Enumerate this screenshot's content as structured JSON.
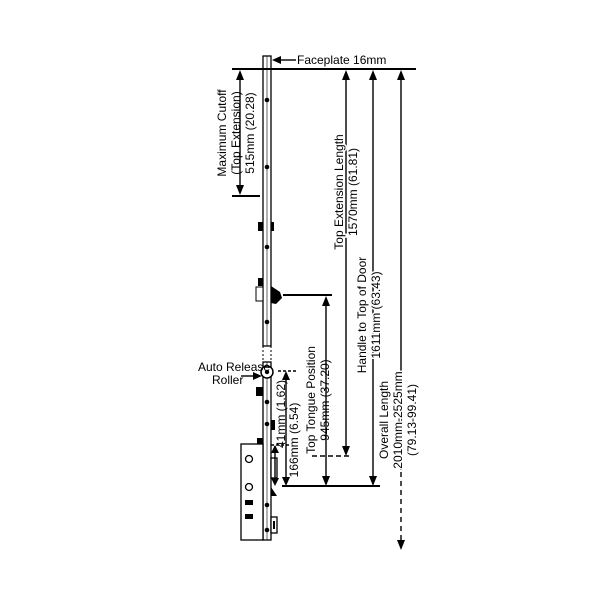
{
  "labels": {
    "faceplate": "Faceplate 16mm",
    "max_cutoff_1": "Maximum Cutoff",
    "max_cutoff_2": "(Top Extension)",
    "max_cutoff_3": "515mm (20.28)",
    "top_ext_1": "Top Extension Length",
    "top_ext_2": "1570mm (61.81)",
    "handle_1": "Handle to Top of Door",
    "handle_2": "1611mm (63.43)",
    "overall_1": "Overall Length",
    "overall_2": "2010mm-2525mm",
    "overall_3": "(79.13-99.41)",
    "tongue_1": "Top Tongue Position",
    "tongue_2": "945mm (37.20)",
    "dim_166": "166mm (6.54)",
    "dim_41": "41mm (1.62)",
    "roller_1": "Auto Release",
    "roller_2": "Roller"
  }
}
